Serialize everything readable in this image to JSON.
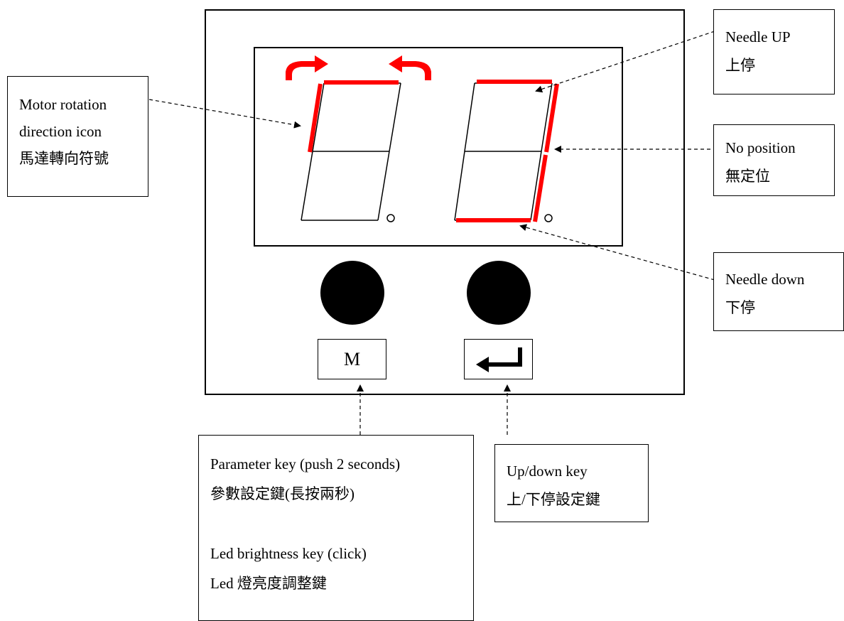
{
  "colors": {
    "active_segment": "#ff0000",
    "outline": "#000000",
    "background": "#ffffff"
  },
  "icons": [
    "motor-cw-arrow-icon",
    "motor-ccw-arrow-icon",
    "enter-arrow-icon"
  ],
  "panel": {
    "display": {
      "digits": [
        {
          "lit_segments": [
            "f",
            "a"
          ]
        },
        {
          "lit_segments": [
            "a",
            "b",
            "c",
            "d"
          ]
        }
      ]
    },
    "keys": {
      "m_label": "M"
    }
  },
  "annotations": {
    "motor_rotation": [
      "Motor rotation",
      "direction icon",
      "馬達轉向符號"
    ],
    "needle_up": [
      "Needle UP",
      "上停"
    ],
    "no_position": [
      "No position",
      "無定位"
    ],
    "needle_down": [
      "Needle down",
      "下停"
    ],
    "parameter_key": [
      "Parameter key (push 2 seconds)",
      "參數設定鍵(長按兩秒)",
      "Led brightness key (click)",
      "Led 燈亮度調整鍵"
    ],
    "updown_key": [
      "Up/down key",
      "上/下停設定鍵"
    ]
  }
}
